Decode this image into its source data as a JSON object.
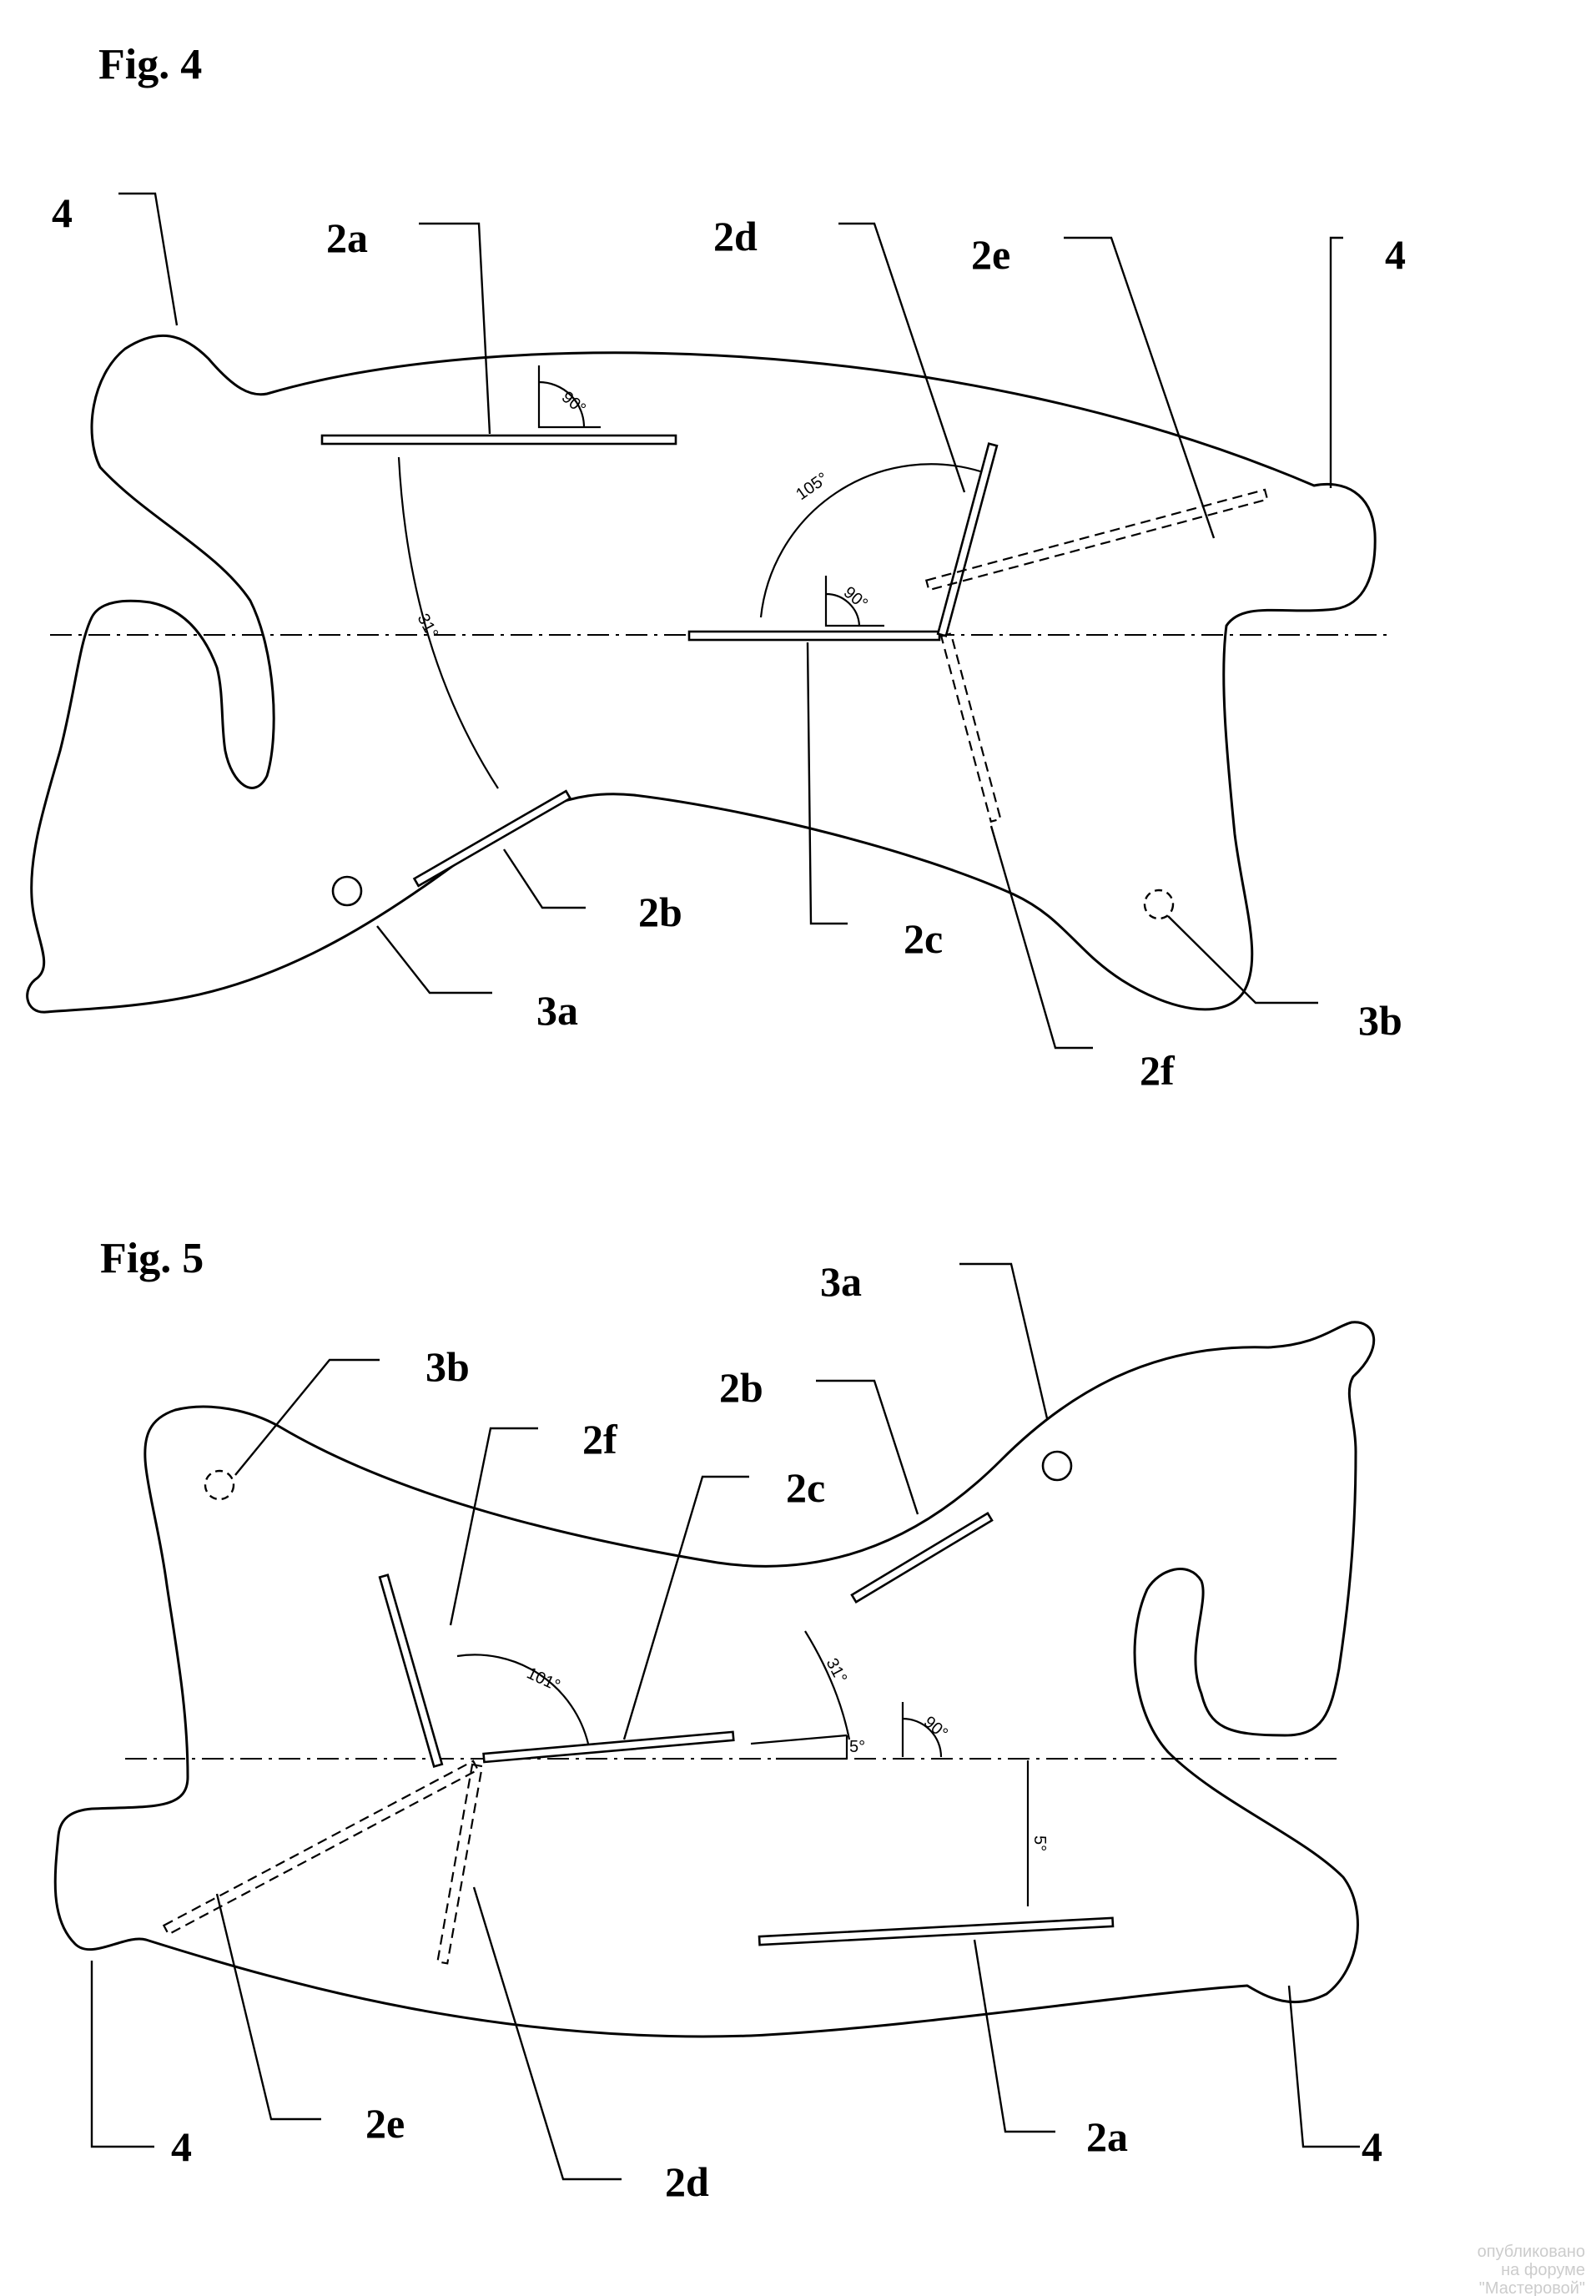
{
  "figures": [
    {
      "title": "Fig. 4",
      "labels": {
        "4_left": "4",
        "4_right": "4",
        "2a": "2a",
        "2b": "2b",
        "2c": "2c",
        "2d": "2d",
        "2e": "2e",
        "2f": "2f",
        "3a": "3a",
        "3b": "3b"
      },
      "angles": {
        "right": "90°",
        "right_small": "90°",
        "wide": "105°",
        "arc": "31°"
      }
    },
    {
      "title": "Fig. 5",
      "labels": {
        "3a": "3a",
        "3b": "3b",
        "2b": "2b",
        "2f": "2f",
        "2c": "2c",
        "4_left": "4",
        "4_right": "4",
        "2e": "2e",
        "2d": "2d",
        "2a": "2a"
      },
      "angles": {
        "wide": "101°",
        "arc": "31°",
        "small_a": "5°",
        "right": "90°",
        "small_b": "5°"
      }
    }
  ],
  "watermark": [
    "опубликовано",
    "на форуме",
    "\"Мастеровой\""
  ]
}
